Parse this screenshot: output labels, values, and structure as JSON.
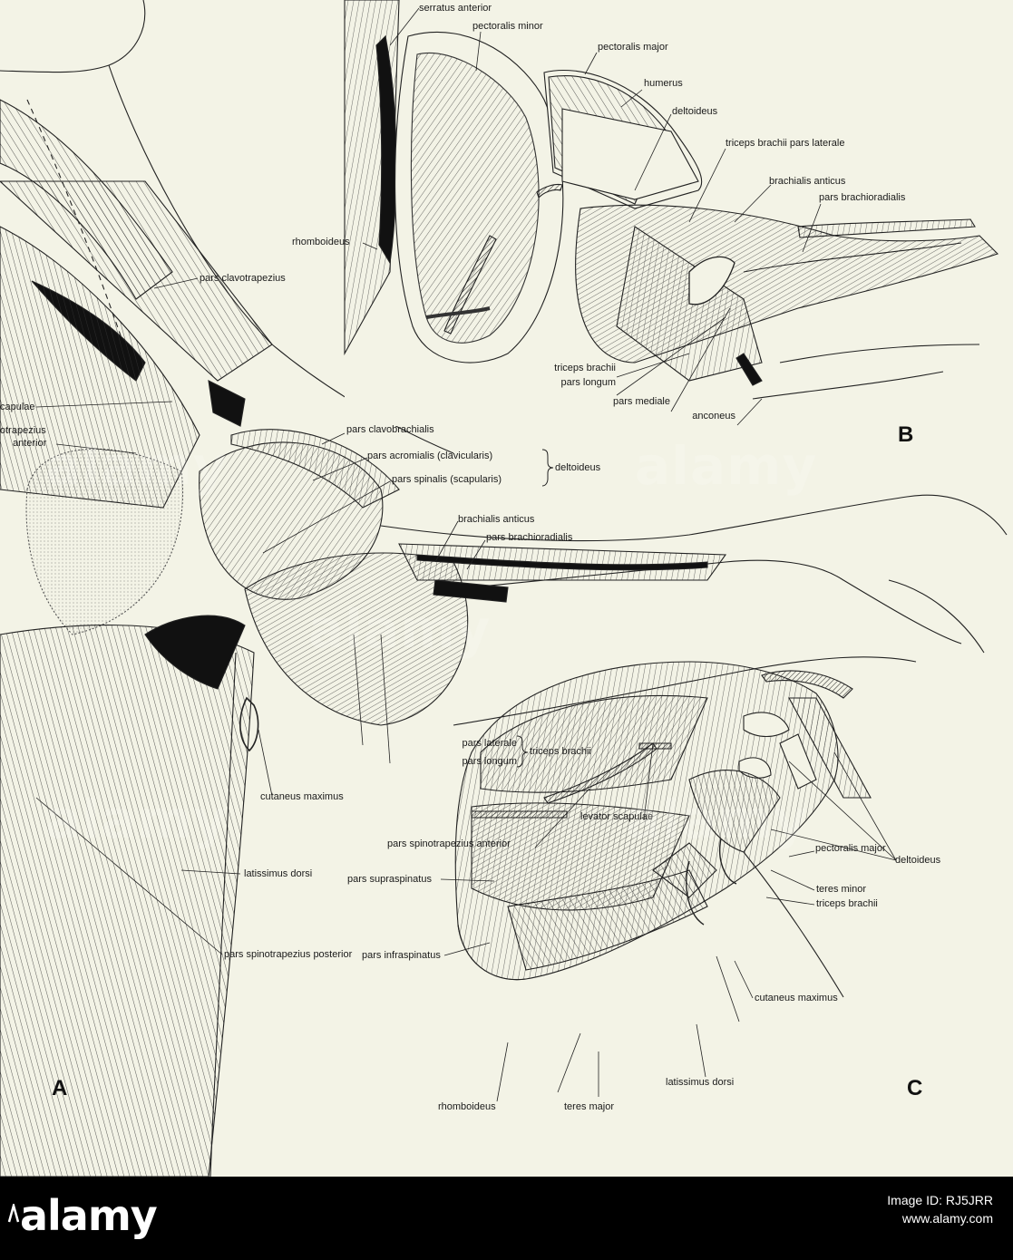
{
  "figure": {
    "panel_letters": [
      "A",
      "B",
      "C"
    ],
    "labels": {
      "serratus_anterior": "serratus anterior",
      "pectoralis_minor": "pectoralis minor",
      "pectoralis_major_b": "pectoralis major",
      "humerus": "humerus",
      "deltoideus_b": "deltoideus",
      "triceps_lat_b": "triceps brachii pars laterale",
      "brachialis_anticus_b": "brachialis anticus",
      "pars_brachioradialis_b": "pars brachioradialis",
      "rhomboideus_b": "rhomboideus",
      "triceps_brachii_b": "triceps brachii",
      "pars_longum_b": "pars longum",
      "pars_mediale_b": "pars mediale",
      "anconeus_b": "anconeus",
      "pars_clavotrapezius": "pars clavotrapezius",
      "scapulae_cut": "capulae",
      "trapezius_cut": "otrapezius",
      "anterior_cut": "anterior",
      "pars_clavobrachialis": "pars clavobrachialis",
      "pars_acromialis": "pars acromialis (clavicularis)",
      "pars_spinalis": "pars spinalis (scapularis)",
      "deltoideus_brace": "deltoideus",
      "brachialis_anticus_a": "brachialis anticus",
      "pars_brachioradialis_a": "pars brachioradialis",
      "pars_laterale_a": "pars laterale",
      "pars_longum_a": "pars longum",
      "triceps_brachii_brace": "triceps brachii",
      "cutaneus_maximus_a": "cutaneus maximus",
      "latissimus_dorsi_a": "latissimus dorsi",
      "pars_spinotrapezius_posterior": "pars spinotrapezius posterior",
      "levator_scapulae": "levator scapulae",
      "pars_spinotrapezius_anterior": "pars spinotrapezius anterior",
      "pectoralis_major_c": "pectoralis major",
      "deltoideus_c": "deltoideus",
      "pars_supraspinatus": "pars supraspinatus",
      "teres_minor": "teres minor",
      "triceps_brachii_c": "triceps brachii",
      "pars_infraspinatus": "pars infraspinatus",
      "cutaneus_maximus_c": "cutaneus maximus",
      "latissimus_dorsi_c": "latissimus dorsi",
      "rhomboideus_c": "rhomboideus",
      "teres_major": "teres major"
    }
  },
  "watermark": {
    "text": "alamy"
  },
  "footer": {
    "logo": "alamy",
    "image_id": "Image ID: RJ5JRR",
    "url": "www.alamy.com"
  }
}
